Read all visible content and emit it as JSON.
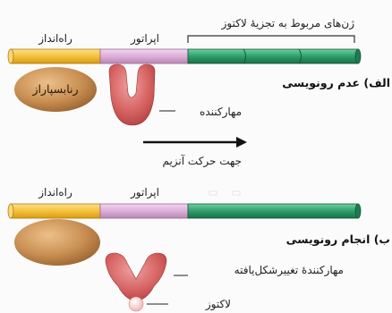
{
  "panel_a": {
    "title": "الف) عدم رونویسی",
    "genes_label": "ژن‌های مربوط به تجزیهٔ لاکتوز",
    "promoter_label": "راه‌انداز",
    "operator_label": "اپراتور",
    "polymerase_label": "رنابسپاراز",
    "repressor_label": "مهارکننده",
    "direction_label": "جهت حرکت آنزیم"
  },
  "panel_b": {
    "title": "ب) انجام رونویسی",
    "promoter_label": "راه‌انداز",
    "operator_label": "اپراتور",
    "repressor_label": "مهارکنندهٔ تغییرشکل‌یافته",
    "lactose_label": "لاکتوز"
  },
  "colors": {
    "promoter": "#f4c23a",
    "operator": "#dcaed8",
    "genes": "#2e9e6a",
    "polymerase": "#c98f52",
    "repressor": "#d4605f",
    "lactose": "#f6c8c8"
  }
}
